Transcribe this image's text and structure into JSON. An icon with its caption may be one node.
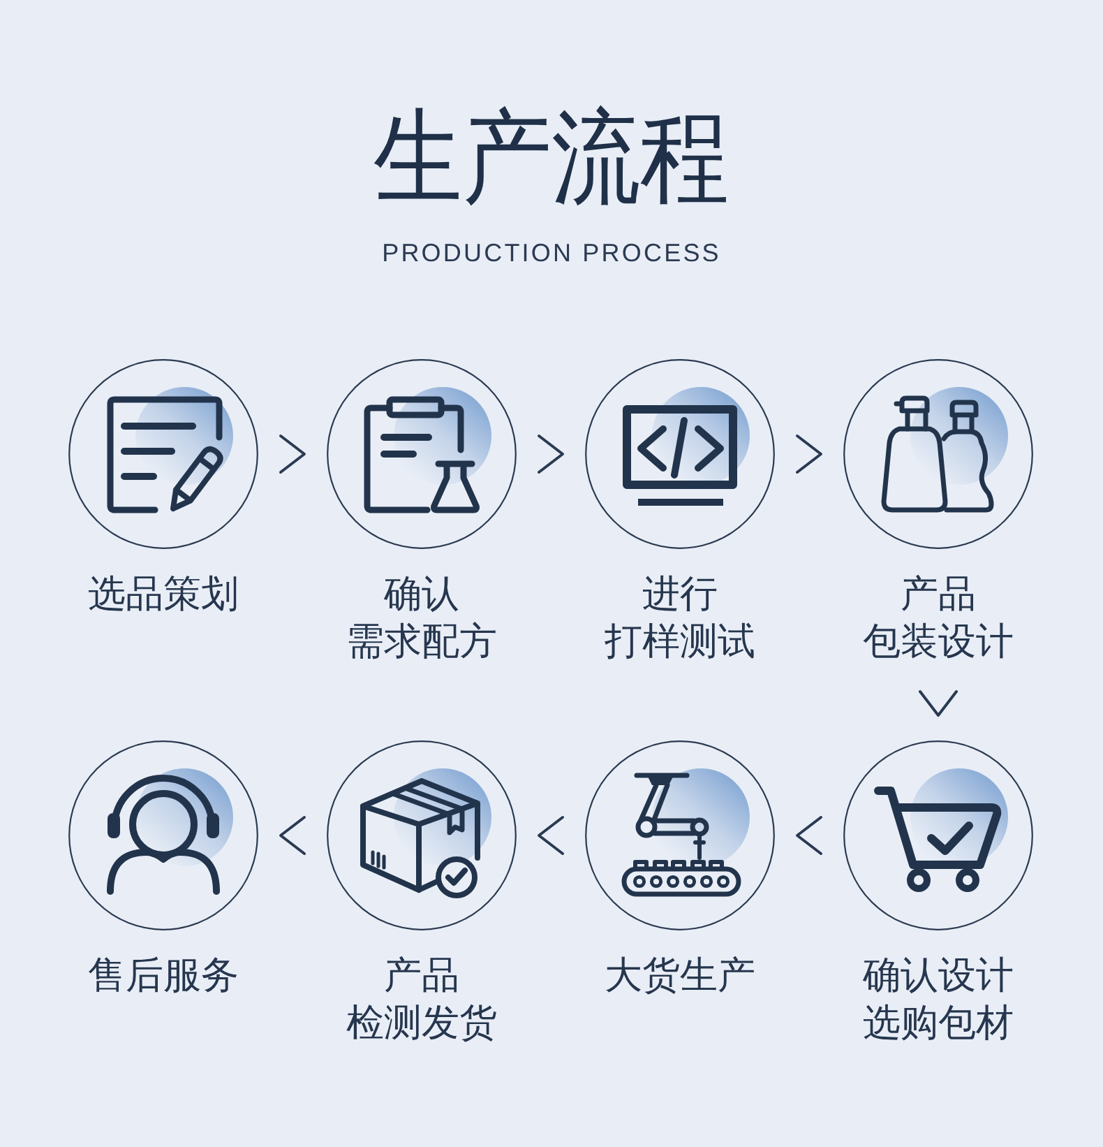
{
  "diagram": {
    "title": "生产流程",
    "nodes": [
      {
        "text": [
          "选品策划"
        ]
      },
      {
        "text": [
          "确认需求配方"
        ]
      },
      {
        "text": [
          "进行打样测试"
        ]
      },
      {
        "text": [
          "产品包装设计"
        ]
      },
      {
        "text": [
          "售后服务"
        ]
      },
      {
        "text": [
          "产品检测发货"
        ]
      },
      {
        "text": [
          "大货生产"
        ]
      },
      {
        "text": [
          "确认设计选购包材"
        ]
      }
    ],
    "edges": [
      {
        "from": 0,
        "to": 1,
        "arrow": "to"
      },
      {
        "from": 1,
        "to": 2,
        "arrow": "to"
      },
      {
        "from": 2,
        "to": 3,
        "arrow": "to"
      },
      {
        "from": 3,
        "to": 7,
        "arrow": "to"
      },
      {
        "from": 7,
        "to": 6,
        "arrow": "to"
      },
      {
        "from": 6,
        "to": 5,
        "arrow": "to"
      },
      {
        "from": 5,
        "to": 4,
        "arrow": "to"
      }
    ],
    "labels": [
      "PRODUCTION PROCESS"
    ]
  }
}
